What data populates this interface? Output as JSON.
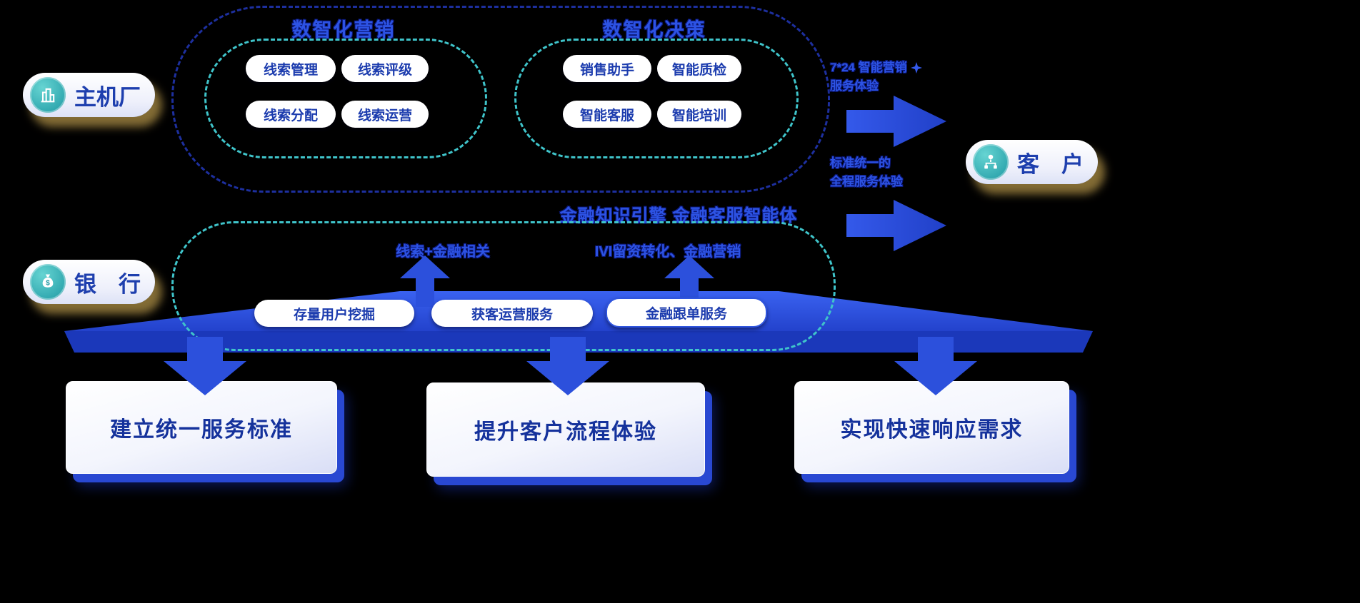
{
  "colors": {
    "primary_blue": "#2a4ad4",
    "arrow_blue": "#2c50dc",
    "teal_icon": "#1d98a3",
    "navy_dash": "#1d2f9e",
    "teal_dash": "#3fc4ca",
    "text_blue": "#1c3cae",
    "tan_shadow": "#a88a44",
    "background": "#000000"
  },
  "actors": {
    "oem": "主机厂",
    "bank": "银　行",
    "customer": "客　户"
  },
  "top": {
    "marketing": {
      "title": "数智化营销",
      "pills": [
        "线索管理",
        "线索评级",
        "线索分配",
        "线索运营"
      ]
    },
    "decision": {
      "title": "数智化决策",
      "pills": [
        "销售助手",
        "智能质检",
        "智能客服",
        "智能培训"
      ]
    }
  },
  "flows": {
    "flow1": {
      "line1": "7*24 智能营销",
      "line2": "服务体验"
    },
    "flow2": {
      "line1": "标准统一的",
      "line2": "全程服务体验"
    }
  },
  "middle_caption": "金融知识引擎  金融客服智能体",
  "bank": {
    "labels": {
      "left": "线索+金融相关",
      "right": "IVI留资转化、金融营销"
    },
    "pills": [
      "存量用户挖掘",
      "获客运营服务",
      "金融跟单服务"
    ]
  },
  "bottom_cards": [
    "建立统一服务标准",
    "提升客户流程体验",
    "实现快速响应需求"
  ]
}
